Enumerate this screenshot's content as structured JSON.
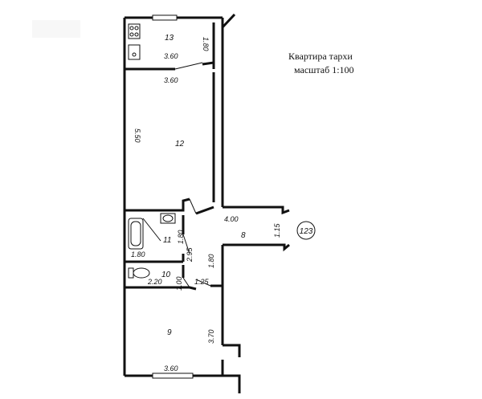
{
  "title": {
    "line1": "Квартира тархи",
    "line2": "масштаб 1:100"
  },
  "badge": "123",
  "rooms": [
    {
      "id": "13",
      "label": "13"
    },
    {
      "id": "12",
      "label": "12"
    },
    {
      "id": "11",
      "label": "11"
    },
    {
      "id": "10",
      "label": "10"
    },
    {
      "id": "9",
      "label": "9"
    },
    {
      "id": "8",
      "label": "8"
    }
  ],
  "dimensions": {
    "r13_width": "3.60",
    "r13_depth": "1.80",
    "r12_width": "3.60",
    "r12_depth": "5.50",
    "r11_width": "1.80",
    "r11_depth": "1.80",
    "r10_width": "2.20",
    "r10_depth": "1.00",
    "corridor_width": "4.00",
    "corridor_depth": "1.15",
    "corr_a": "2.95",
    "corr_b": "1.80",
    "corr_c": "1.25",
    "r9_depth": "3.70",
    "r9_width": "3.60"
  }
}
